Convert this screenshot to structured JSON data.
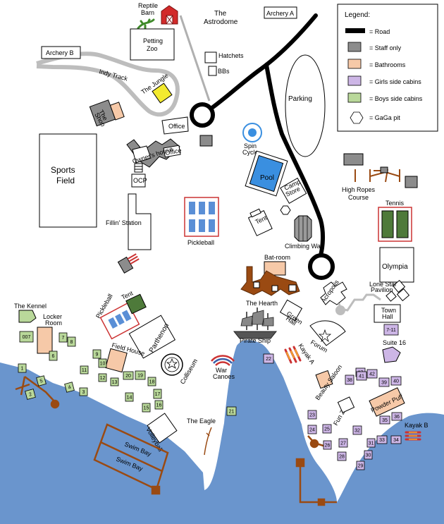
{
  "colors": {
    "water": "#6a95cd",
    "road": "#000000",
    "staff": "#8c8c8c",
    "bathroom": "#f6c9a8",
    "girls": "#cdb6e6",
    "boys": "#b9d89a",
    "dock": "#9a4a12",
    "pool": "#3a8fe0",
    "court": "#5a8fd6",
    "tennis": "#4e7a3a",
    "red_outline": "#cc3333"
  },
  "legend": {
    "title": "Legend:",
    "road": "= Road",
    "staff": "= Staff only",
    "bathrooms": "= Bathrooms",
    "girls": "= Girls side cabins",
    "boys": "= Boys side cabins",
    "gaga": "= GaGa pit"
  },
  "labels": {
    "reptile_barn": [
      "Reptile",
      "Barn"
    ],
    "astrodome": [
      "The",
      "Astrodome"
    ],
    "archery_a": "Archery A",
    "archery_b": "Archery B",
    "petting_zoo": [
      "Petting",
      "Zoo"
    ],
    "hatchets": "Hatchets",
    "bbs": "BBs",
    "indy_track": "Indy Track",
    "the_jungle": "The Jungle",
    "parking": "Parking",
    "the_shop": [
      "The",
      "Shop"
    ],
    "office": "Office",
    "office2": "Office",
    "owners_house": "Owner's house",
    "spin_cycle": [
      "Spin",
      "Cycle"
    ],
    "pool": "Pool",
    "sports_field": [
      "Sports",
      "Field"
    ],
    "ocp": "OCP",
    "camp_store": [
      "Camp",
      "Store"
    ],
    "high_ropes": [
      "High Ropes",
      "Course"
    ],
    "tennis": "Tennis",
    "fillin_station": "Fillin' Station",
    "tent": "Tent",
    "climbing_wall": "Climbing Wall",
    "pickleball": "Pickleball",
    "olympia": "Olympia",
    "bat_room": "Bat-room",
    "lone_star": [
      "Lone Star",
      "Pavilion"
    ],
    "acropolis": "Acropolis",
    "the_hearth": "The Hearth",
    "green_hall": [
      "Green",
      "Hall"
    ],
    "town_hall": [
      "Town",
      "Hall"
    ],
    "the_kennel": "The Kennel",
    "locker_room": [
      "Locker",
      "Room"
    ],
    "pickleball_small": "Pickleball",
    "tent_small": "Tent",
    "parthenon": "Parthenon",
    "forum": "Forum",
    "pirate_ship": "Pirate Ship",
    "kayak_a": "Kayak A",
    "suite16": "Suite 16",
    "field_house": "Field House",
    "colliseum": "Colliseum",
    "war_canoes": [
      "War",
      "Canoes"
    ],
    "beauty_saloon": "Beauty Saloon",
    "powder_puff": "Powder Puff",
    "fun_zone": "Fun Zone",
    "the_eagle": "The Eagle",
    "volleyball": "Volleyball",
    "swim_bay_1": "Swim Bay",
    "swim_bay_2": "Swim Bay",
    "kayak_b": "Kayak B"
  },
  "cabins": {
    "boys": [
      "007",
      "7",
      "8",
      "6",
      "1",
      "5",
      "4",
      "2",
      "3",
      "11",
      "9",
      "10",
      "12",
      "13",
      "20",
      "19",
      "18",
      "14",
      "17",
      "16",
      "15",
      "21"
    ],
    "girls": [
      "7-11",
      "22",
      "23",
      "24",
      "25",
      "26",
      "27",
      "28",
      "29",
      "30",
      "31",
      "32",
      "33",
      "34",
      "35",
      "36",
      "37",
      "38",
      "39",
      "40",
      "41",
      "42"
    ]
  }
}
